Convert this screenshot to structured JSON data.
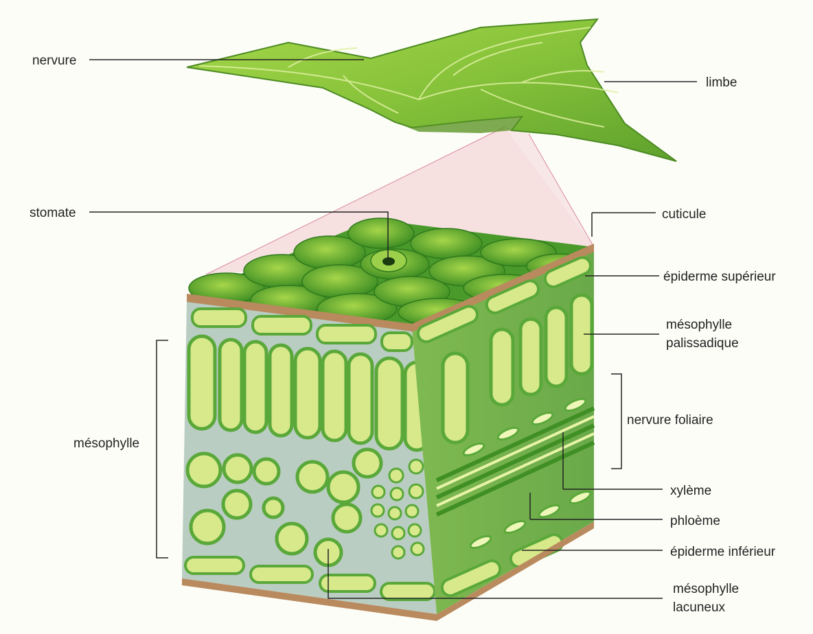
{
  "labels": {
    "nervure": "nervure",
    "limbe": "limbe",
    "stomate": "stomate",
    "cuticule": "cuticule",
    "epiderme_superieur": "épiderme supérieur",
    "mesophylle_palissadique_1": "mésophylle",
    "mesophylle_palissadique_2": "palissadique",
    "mesophylle": "mésophylle",
    "nervure_foliaire": "nervure foliaire",
    "xyleme": "xylème",
    "phloeme": "phloème",
    "epiderme_inferieur": "épiderme inférieur",
    "mesophylle_lacuneux_1": "mésophylle",
    "mesophylle_lacuneux_2": "lacuneux"
  },
  "colors": {
    "leaf": "#8cc63f",
    "leaf_dark": "#4f9a2a",
    "cell_fill": "#d7e98a",
    "cell_wall": "#5aa83a",
    "interstitial": "#b8ccc0",
    "cuticle": "#b98a5e",
    "pink_projection": "#e9a9b4",
    "line": "#222222"
  }
}
